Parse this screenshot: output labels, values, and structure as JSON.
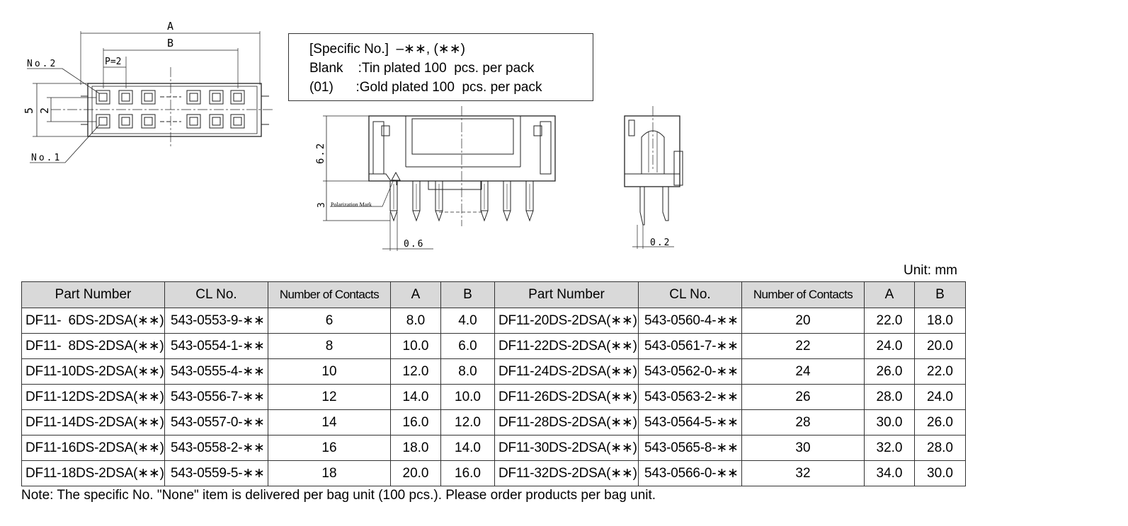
{
  "drawing": {
    "top_view": {
      "dim_a": "A",
      "dim_b": "B",
      "pitch": "P=2",
      "no2": "No.2",
      "no1": "No.1",
      "height_5": "5",
      "height_2": "2"
    },
    "front_view": {
      "height_62": "6.2",
      "height_3": "3",
      "polarization": "Polarization Mark",
      "pin_width": "0.6"
    },
    "side_view": {
      "thickness": "0.2"
    }
  },
  "spec_box": {
    "line1": "[Specific No.]  –∗∗, (∗∗)",
    "line2": "Blank    :Tin plated 100  pcs. per pack",
    "line3": "(01)      :Gold plated 100  pcs. per pack"
  },
  "unit_label": "Unit: mm",
  "table": {
    "headers": [
      "Part Number",
      "CL No.",
      "Number of Contacts",
      "A",
      "B"
    ],
    "left_rows": [
      [
        "DF11-  6DS-2DSA(∗∗)",
        "543-0553-9-∗∗",
        "6",
        "8.0",
        "4.0"
      ],
      [
        "DF11-  8DS-2DSA(∗∗)",
        "543-0554-1-∗∗",
        "8",
        "10.0",
        "6.0"
      ],
      [
        "DF11-10DS-2DSA(∗∗)",
        "543-0555-4-∗∗",
        "10",
        "12.0",
        "8.0"
      ],
      [
        "DF11-12DS-2DSA(∗∗)",
        "543-0556-7-∗∗",
        "12",
        "14.0",
        "10.0"
      ],
      [
        "DF11-14DS-2DSA(∗∗)",
        "543-0557-0-∗∗",
        "14",
        "16.0",
        "12.0"
      ],
      [
        "DF11-16DS-2DSA(∗∗)",
        "543-0558-2-∗∗",
        "16",
        "18.0",
        "14.0"
      ],
      [
        "DF11-18DS-2DSA(∗∗)",
        "543-0559-5-∗∗",
        "18",
        "20.0",
        "16.0"
      ]
    ],
    "right_rows": [
      [
        "DF11-20DS-2DSA(∗∗)",
        "543-0560-4-∗∗",
        "20",
        "22.0",
        "18.0"
      ],
      [
        "DF11-22DS-2DSA(∗∗)",
        "543-0561-7-∗∗",
        "22",
        "24.0",
        "20.0"
      ],
      [
        "DF11-24DS-2DSA(∗∗)",
        "543-0562-0-∗∗",
        "24",
        "26.0",
        "22.0"
      ],
      [
        "DF11-26DS-2DSA(∗∗)",
        "543-0563-2-∗∗",
        "26",
        "28.0",
        "24.0"
      ],
      [
        "DF11-28DS-2DSA(∗∗)",
        "543-0564-5-∗∗",
        "28",
        "30.0",
        "26.0"
      ],
      [
        "DF11-30DS-2DSA(∗∗)",
        "543-0565-8-∗∗",
        "30",
        "32.0",
        "28.0"
      ],
      [
        "DF11-32DS-2DSA(∗∗)",
        "543-0566-0-∗∗",
        "32",
        "34.0",
        "30.0"
      ]
    ]
  },
  "note": "Note: The specific No. \"None\" item is delivered per bag unit (100 pcs.). Please order products per bag unit."
}
